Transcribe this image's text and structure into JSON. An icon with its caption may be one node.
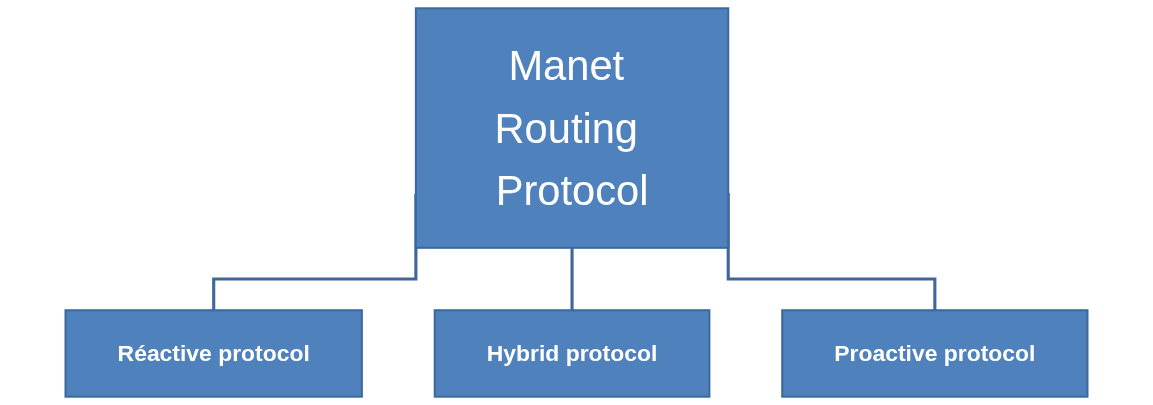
{
  "diagram": {
    "nodes": [
      {
        "text": [
          "Manet Routing Protocol"
        ]
      },
      {
        "text": [
          "Réactive protocol"
        ]
      },
      {
        "text": [
          "Hybrid protocol"
        ]
      },
      {
        "text": [
          "Proactive protocol"
        ]
      }
    ],
    "edges": [
      {
        "from": 0,
        "to": 1,
        "arrow": "none"
      },
      {
        "from": 0,
        "to": 2,
        "arrow": "none"
      },
      {
        "from": 0,
        "to": 3,
        "arrow": "none"
      }
    ]
  }
}
